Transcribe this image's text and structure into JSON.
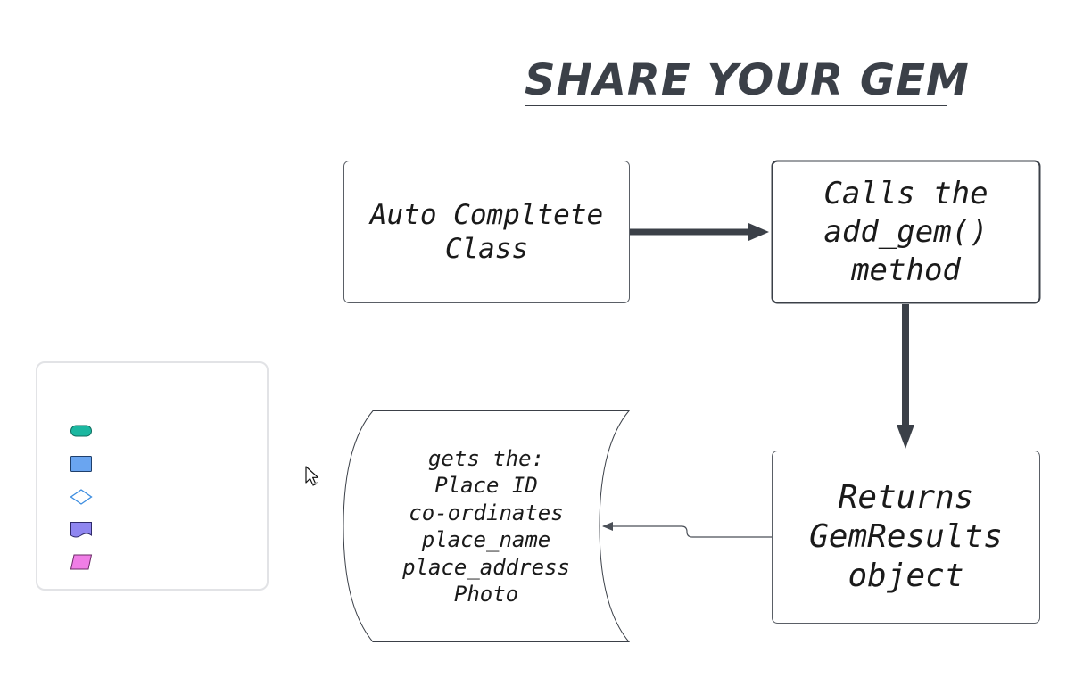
{
  "title": "SHARE YOUR GEM",
  "nodes": {
    "autocomplete": {
      "lines": [
        "Auto Compltete",
        "Class"
      ]
    },
    "calls": {
      "lines": [
        "Calls the",
        "add_gem()",
        "method"
      ]
    },
    "returns": {
      "lines": [
        "Returns",
        "GemResults",
        "object"
      ]
    },
    "data_store": {
      "lines": [
        "gets the:",
        "Place ID",
        "co-ordinates",
        "place_name",
        "place_address",
        "Photo"
      ]
    }
  },
  "legend": {
    "items": [
      {
        "shape": "terminator",
        "color": "#1bb7a0"
      },
      {
        "shape": "process",
        "color": "#6aa5f0"
      },
      {
        "shape": "decision",
        "color": "#3c8de0"
      },
      {
        "shape": "document",
        "color": "#8f86f0"
      },
      {
        "shape": "data",
        "color": "#f07ee6"
      }
    ]
  },
  "colors": {
    "connector": "#3b4048",
    "thin_connector": "#4a4f57",
    "node_border": "#3b4048",
    "legend_border": "#e2e3e6"
  },
  "icons": {
    "cursor": "mouse-pointer-icon"
  }
}
